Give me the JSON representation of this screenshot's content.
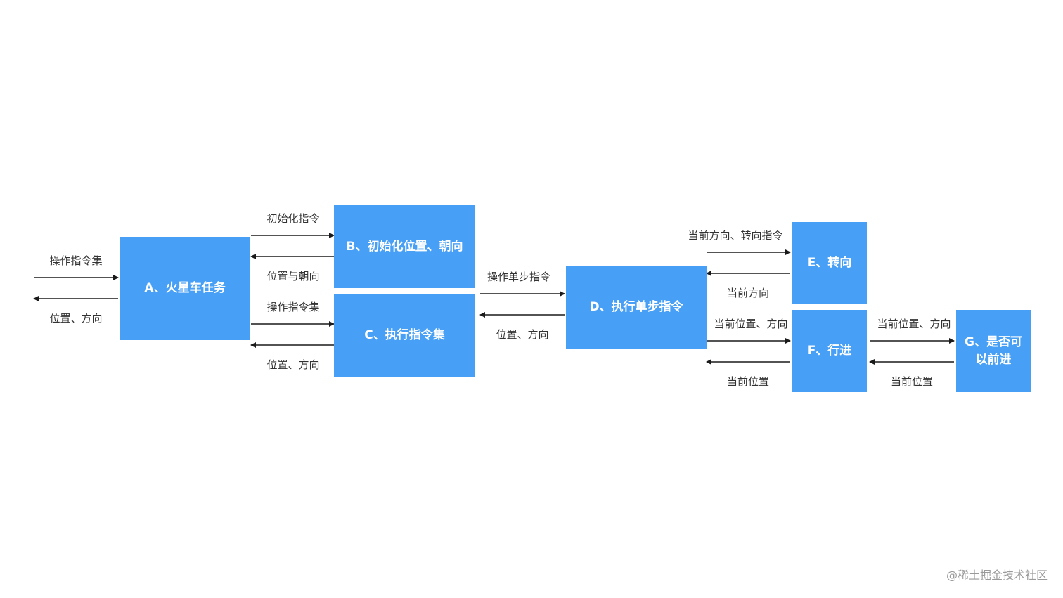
{
  "nodes": {
    "a": "A、火星车任务",
    "b": "B、初始化位置、朝向",
    "c": "C、执行指令集",
    "d": "D、执行单步指令",
    "e": "E、转向",
    "f": "F、行进",
    "g_line1": "G、是否可",
    "g_line2": "以前进"
  },
  "edges": {
    "in_command_set": "操作指令集",
    "out_position_direction": "位置、方向",
    "ab_init_command": "初始化指令",
    "ba_position_orientation": "位置与朝向",
    "ac_command_set": "操作指令集",
    "ca_position_direction": "位置、方向",
    "cd_single_step_command": "操作单步指令",
    "dc_position_direction": "位置、方向",
    "de_direction_turn_command": "当前方向、转向指令",
    "ed_current_direction": "当前方向",
    "df_position_direction": "当前位置、方向",
    "fd_current_position": "当前位置",
    "fg_position_direction": "当前位置、方向",
    "gf_current_position": "当前位置"
  },
  "colors": {
    "box_fill": "#479ff6",
    "box_text": "#ffffff",
    "arrow": "#1a1a1a",
    "label": "#333333"
  },
  "watermark": "@稀土掘金技术社区"
}
